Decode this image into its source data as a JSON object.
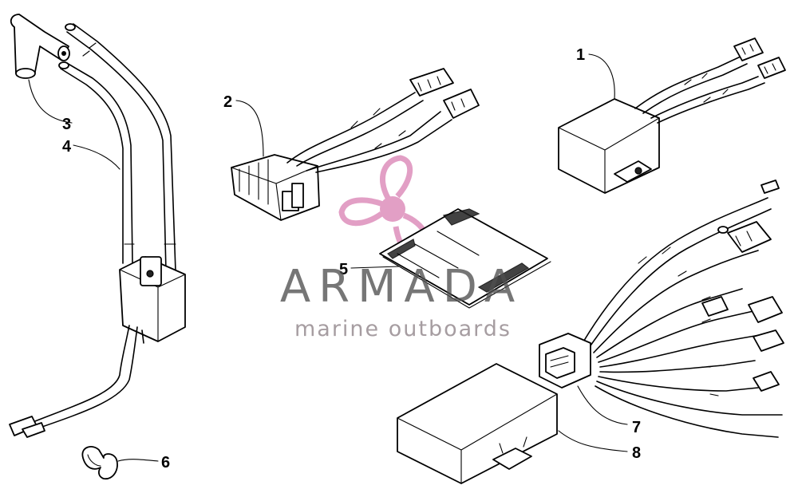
{
  "watermark": {
    "brand": "ARMADA",
    "tagline": "marine outboards",
    "logo_color": "#d97fb2",
    "brand_color": "#555555"
  },
  "callouts": [
    {
      "id": "1",
      "part": "cdi-box"
    },
    {
      "id": "2",
      "part": "voltage-regulator"
    },
    {
      "id": "3",
      "part": "spark-plug-cap"
    },
    {
      "id": "4",
      "part": "ignition-coil-harness"
    },
    {
      "id": "5",
      "part": "decal-sheet"
    },
    {
      "id": "6",
      "part": "wire-clip"
    },
    {
      "id": "7",
      "part": "wiring-harness-connector"
    },
    {
      "id": "8",
      "part": "control-module"
    }
  ]
}
